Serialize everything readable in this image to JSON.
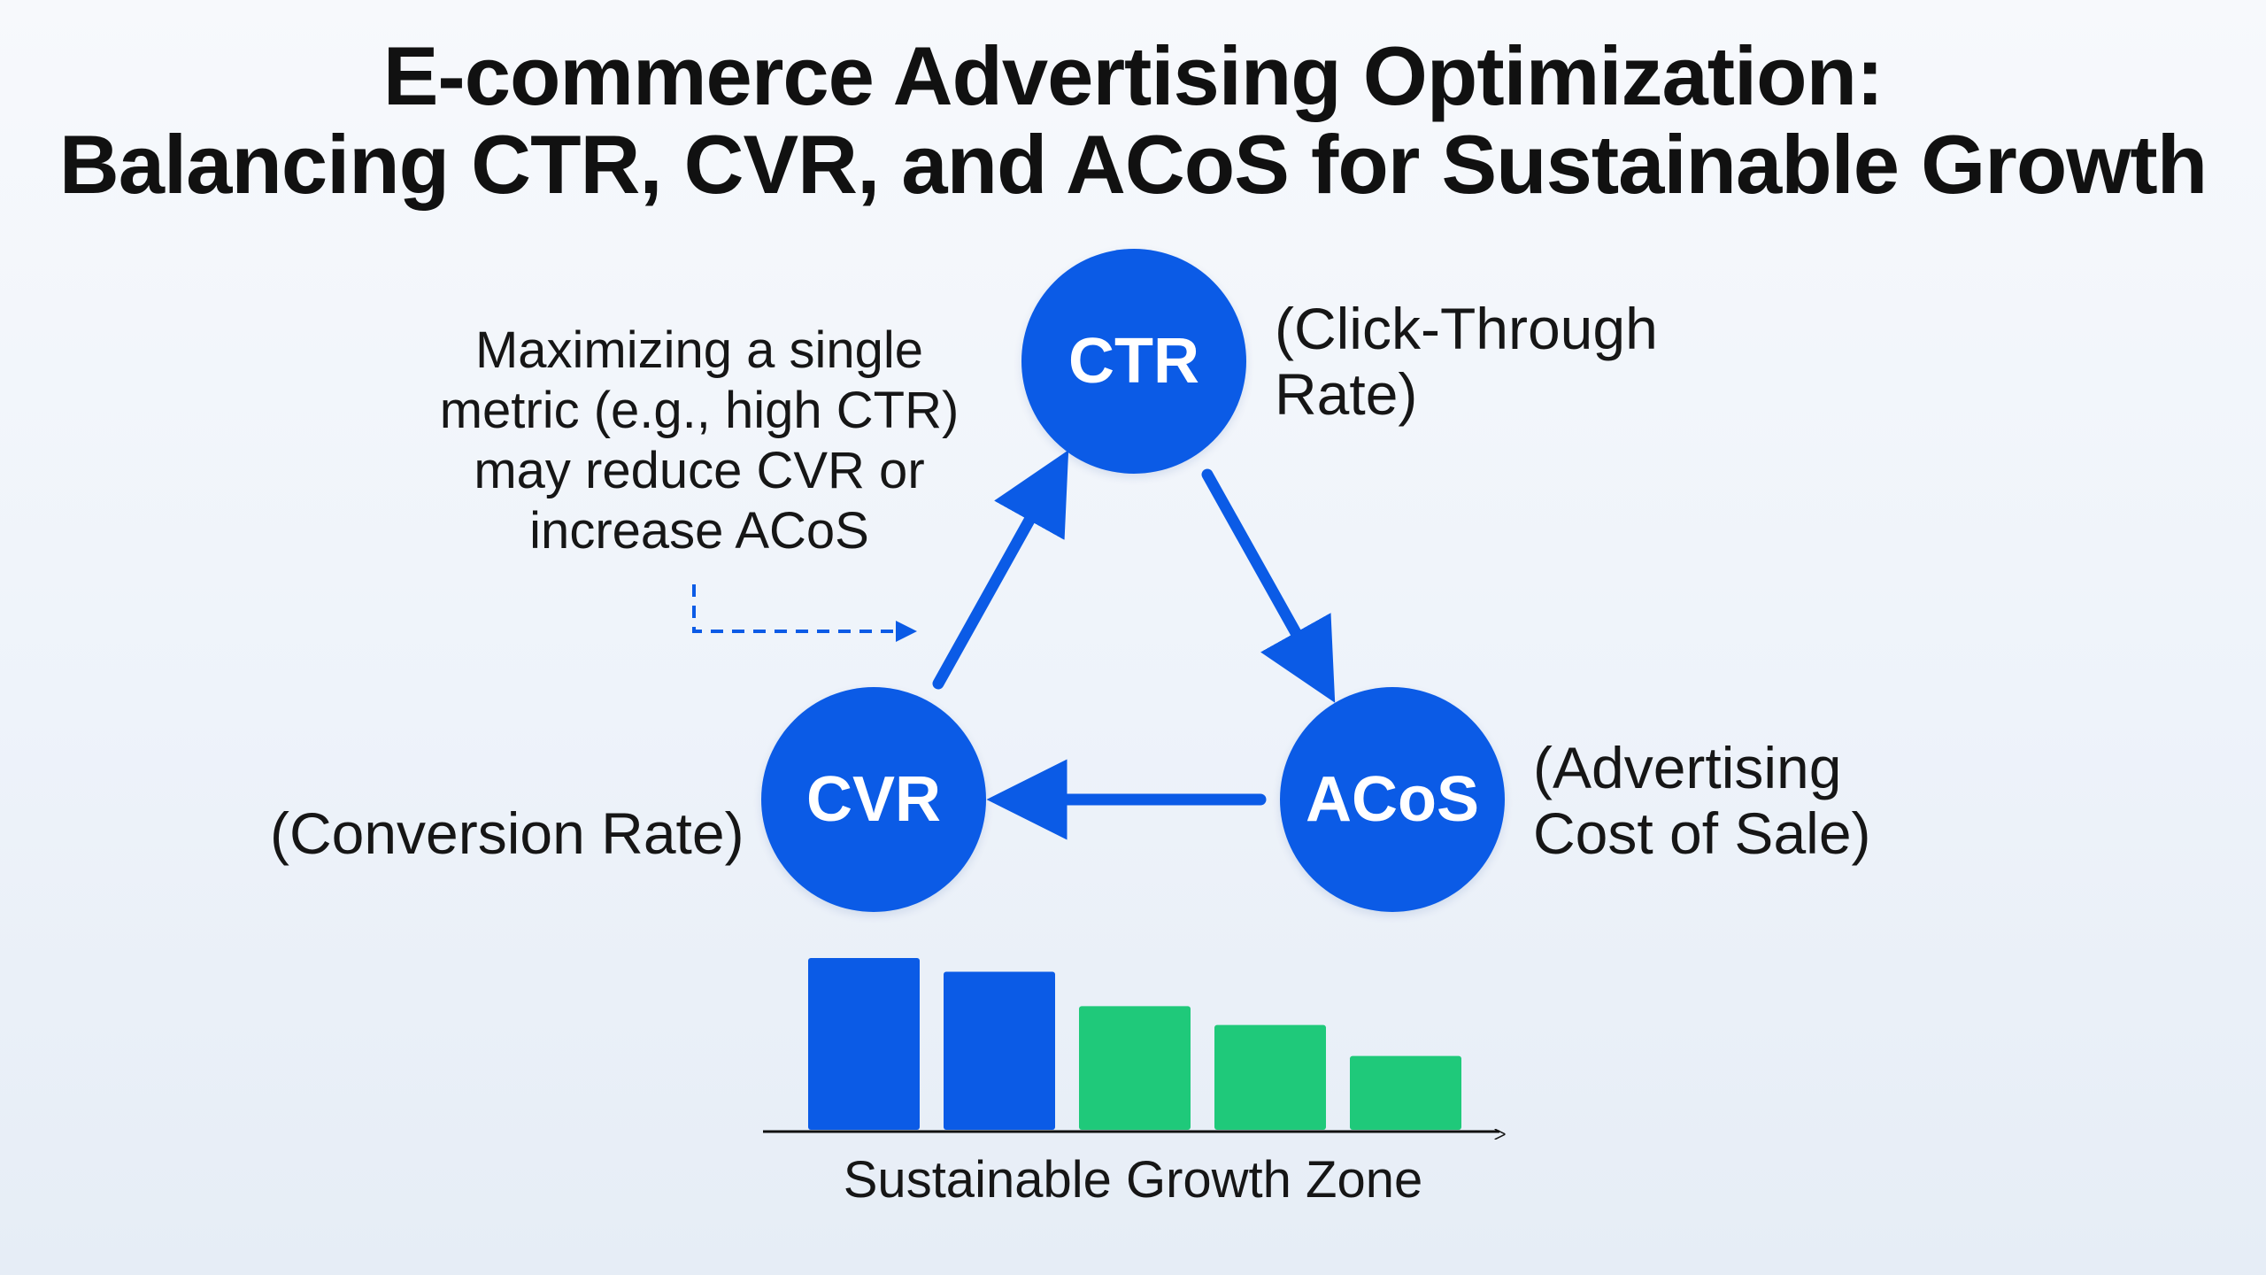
{
  "title": {
    "line1": "E-commerce Advertising Optimization:",
    "line2": "Balancing CTR, CVR, and ACoS for Sustainable Growth"
  },
  "nodes": {
    "ctr": {
      "label": "CTR",
      "description_line1": "(Click-Through",
      "description_line2": "Rate)"
    },
    "cvr": {
      "label": "CVR",
      "description": "(Conversion Rate)"
    },
    "acos": {
      "label": "ACoS",
      "description_line1": "(Advertising",
      "description_line2": "Cost of Sale)"
    }
  },
  "note": {
    "lines": [
      "Maximizing a single",
      "metric (e.g., high CTR)",
      "may reduce CVR or",
      "increase ACoS"
    ]
  },
  "growth_chart": {
    "axis_label": "Sustainable Growth Zone",
    "bars": [
      {
        "relative_height": 1.0,
        "color": "#0b5be6"
      },
      {
        "relative_height": 0.92,
        "color": "#0b5be6"
      },
      {
        "relative_height": 0.72,
        "color": "#1fc97a"
      },
      {
        "relative_height": 0.61,
        "color": "#1fc97a"
      },
      {
        "relative_height": 0.43,
        "color": "#1fc97a"
      }
    ]
  },
  "colors": {
    "primary_blue": "#0b5be6",
    "green": "#1fc97a",
    "text": "#111111"
  }
}
